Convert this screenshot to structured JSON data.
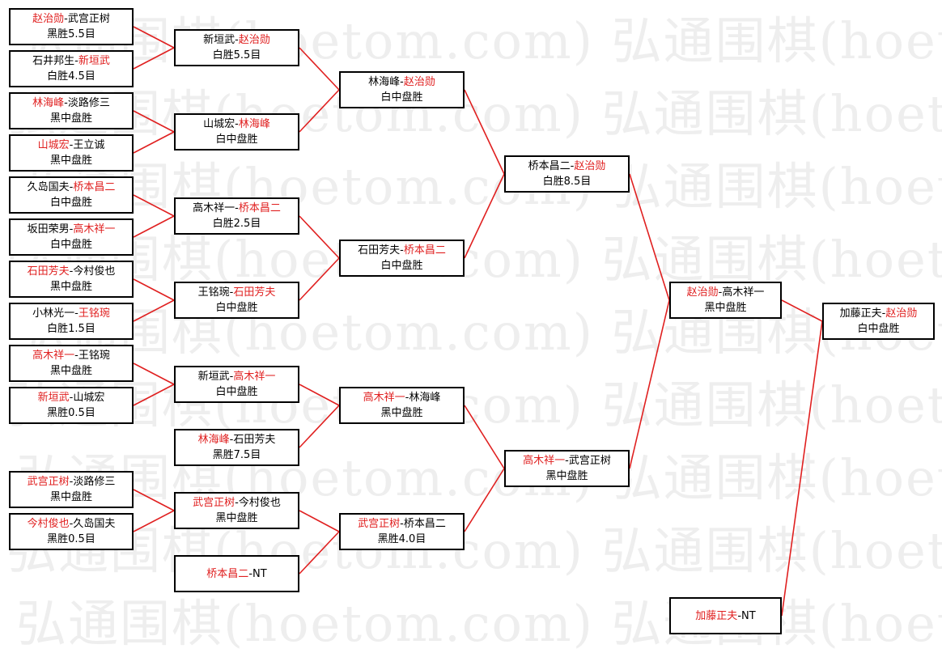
{
  "watermark": "弘通围棋(hoetom.com)",
  "colors": {
    "winner": "#e02020",
    "line": "#e02020",
    "border": "#000000"
  },
  "rounds": [
    [
      {
        "p1": "赵治勋",
        "p2": "武宫正树",
        "winner": 1,
        "result": "黑胜5.5目"
      },
      {
        "p1": "石井邦生",
        "p2": "新垣武",
        "winner": 2,
        "result": "白胜4.5目"
      },
      {
        "p1": "林海峰",
        "p2": "淡路修三",
        "winner": 1,
        "result": "黑中盘胜"
      },
      {
        "p1": "山城宏",
        "p2": "王立诚",
        "winner": 1,
        "result": "黑中盘胜"
      },
      {
        "p1": "久岛国夫",
        "p2": "桥本昌二",
        "winner": 2,
        "result": "白中盘胜"
      },
      {
        "p1": "坂田荣男",
        "p2": "高木祥一",
        "winner": 2,
        "result": "白中盘胜"
      },
      {
        "p1": "石田芳夫",
        "p2": "今村俊也",
        "winner": 1,
        "result": "黑中盘胜"
      },
      {
        "p1": "小林光一",
        "p2": "王铭琬",
        "winner": 2,
        "result": "白胜1.5目"
      },
      {
        "p1": "高木祥一",
        "p2": "王铭琬",
        "winner": 1,
        "result": "黑中盘胜"
      },
      {
        "p1": "新垣武",
        "p2": "山城宏",
        "winner": 1,
        "result": "黑胜0.5目"
      },
      {
        "p1": "武宫正树",
        "p2": "淡路修三",
        "winner": 1,
        "result": "黑中盘胜"
      },
      {
        "p1": "今村俊也",
        "p2": "久岛国夫",
        "winner": 1,
        "result": "黑胜0.5目"
      }
    ],
    [
      {
        "p1": "新垣武",
        "p2": "赵治勋",
        "winner": 2,
        "result": "白胜5.5目"
      },
      {
        "p1": "山城宏",
        "p2": "林海峰",
        "winner": 2,
        "result": "白中盘胜"
      },
      {
        "p1": "高木祥一",
        "p2": "桥本昌二",
        "winner": 2,
        "result": "白胜2.5目"
      },
      {
        "p1": "王铭琬",
        "p2": "石田芳夫",
        "winner": 2,
        "result": "白中盘胜"
      },
      {
        "p1": "新垣武",
        "p2": "高木祥一",
        "winner": 2,
        "result": "白中盘胜"
      },
      {
        "p1": "林海峰",
        "p2": "石田芳夫",
        "winner": 1,
        "result": "黑胜7.5目"
      },
      {
        "p1": "武宫正树",
        "p2": "今村俊也",
        "winner": 1,
        "result": "黑中盘胜"
      },
      {
        "p1": "桥本昌二",
        "p2": "NT",
        "winner": 1,
        "result": ""
      }
    ],
    [
      {
        "p1": "林海峰",
        "p2": "赵治勋",
        "winner": 2,
        "result": "白中盘胜"
      },
      {
        "p1": "石田芳夫",
        "p2": "桥本昌二",
        "winner": 2,
        "result": "白中盘胜"
      },
      {
        "p1": "高木祥一",
        "p2": "林海峰",
        "winner": 1,
        "result": "黑中盘胜"
      },
      {
        "p1": "武宫正树",
        "p2": "桥本昌二",
        "winner": 1,
        "result": "黑胜4.0目"
      }
    ],
    [
      {
        "p1": "桥本昌二",
        "p2": "赵治勋",
        "winner": 2,
        "result": "白胜8.5目"
      },
      {
        "p1": "高木祥一",
        "p2": "武宫正树",
        "winner": 1,
        "result": "黑中盘胜"
      }
    ],
    [
      {
        "p1": "赵治勋",
        "p2": "高木祥一",
        "winner": 1,
        "result": "黑中盘胜"
      },
      {
        "p1": "加藤正夫",
        "p2": "NT",
        "winner": 1,
        "result": ""
      }
    ],
    [
      {
        "p1": "加藤正夫",
        "p2": "赵治勋",
        "winner": 2,
        "result": "白中盘胜"
      }
    ]
  ]
}
